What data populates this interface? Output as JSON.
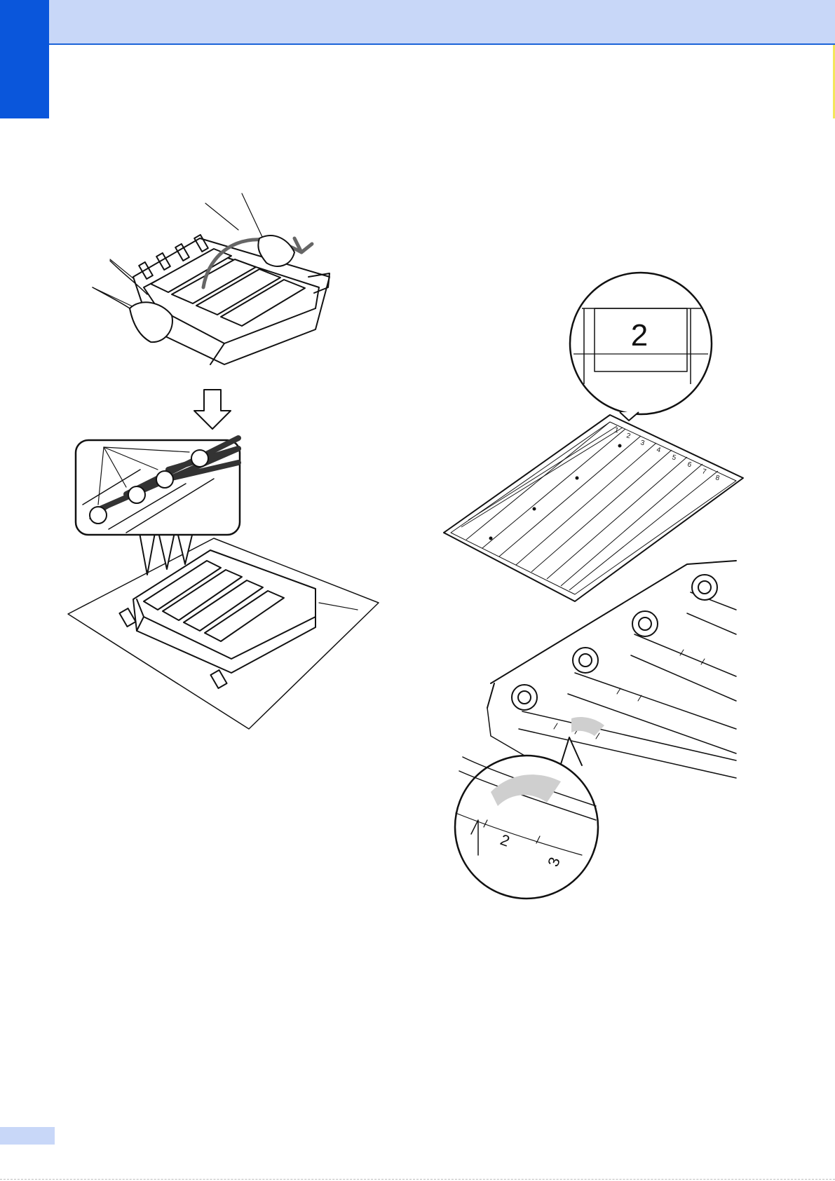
{
  "page": {
    "number": ""
  },
  "figure_b": {
    "magnified_number": "2",
    "grid_column_numbers": [
      "1",
      "2",
      "3",
      "4",
      "5",
      "6",
      "7",
      "8"
    ]
  },
  "figure_c": {
    "drum_scale_numbers": [
      "2",
      "3"
    ]
  },
  "colors": {
    "header_band": "#c8d7f8",
    "chapter_tab": "#0a56db",
    "header_rule": "#1b63d8",
    "line_art": "#111111",
    "marked_area_gray": "#cfcfcf"
  }
}
